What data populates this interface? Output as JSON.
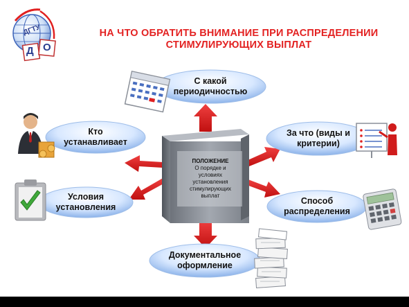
{
  "header": {
    "title_line1": "НА ЧТО ОБРАТИТЬ ВНИМАНИЕ ПРИ РАСПРЕДЕЛЕНИИ",
    "title_line2": "СТИМУЛИРУЮЩИХ ВЫПЛАТ"
  },
  "logo": {
    "arc_text": "ДГТУ",
    "letter_left": "Д",
    "letter_right": "О"
  },
  "center": {
    "title": "ПОЛОЖЕНИЕ",
    "line1": "О порядке и",
    "line2": "условиях",
    "line3": "установления",
    "line4": "стимулирующих",
    "line5": "выплат"
  },
  "nodes": {
    "top": {
      "line1": "С какой",
      "line2": "периодичностью"
    },
    "left_upper": {
      "line1": "Кто",
      "line2": "устанавливает"
    },
    "left_lower": {
      "line1": "Условия",
      "line2": "установления"
    },
    "right_upper": {
      "line1": "За что (виды и",
      "line2": "критерии)"
    },
    "right_lower": {
      "line1": "Способ",
      "line2": "распределения"
    },
    "bottom": {
      "line1": "Документальное",
      "line2": "оформление"
    }
  },
  "colors": {
    "title": "#e32222",
    "arrow": "#e02020",
    "oval_light": "#eaf3ff",
    "oval_dark": "#8ab4ee",
    "book": "#8a8f98"
  }
}
